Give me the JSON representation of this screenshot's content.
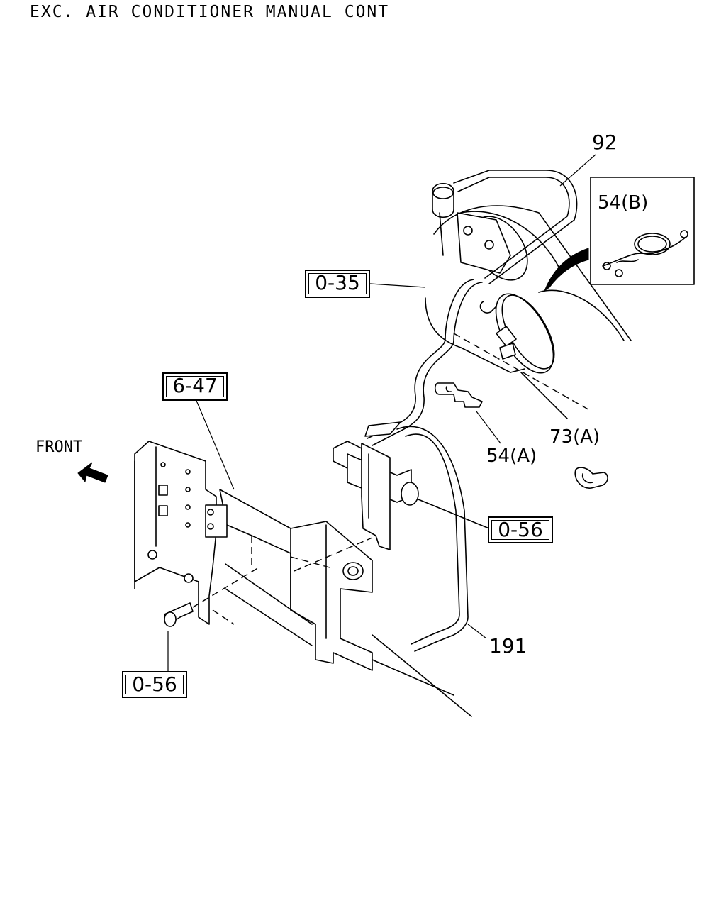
{
  "title": "EXC. AIR CONDITIONER MANUAL CONT",
  "labels": {
    "front": "FRONT",
    "part_92": "92",
    "part_54b": "54(B)",
    "part_54a": "54(A)",
    "part_73a": "73(A)",
    "part_191": "191"
  },
  "refs": {
    "ref_035": "0-35",
    "ref_647": "6-47",
    "ref_056_right": "0-56",
    "ref_056_left": "0-56"
  },
  "icons": {
    "direction_arrow": "front-arrow-icon"
  }
}
